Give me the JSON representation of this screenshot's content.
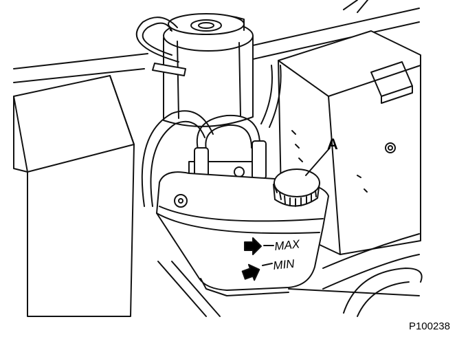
{
  "figure": {
    "callout_label": "A",
    "level_max_label": "MAX",
    "level_min_label": "MIN",
    "figure_ref": "P100238"
  }
}
